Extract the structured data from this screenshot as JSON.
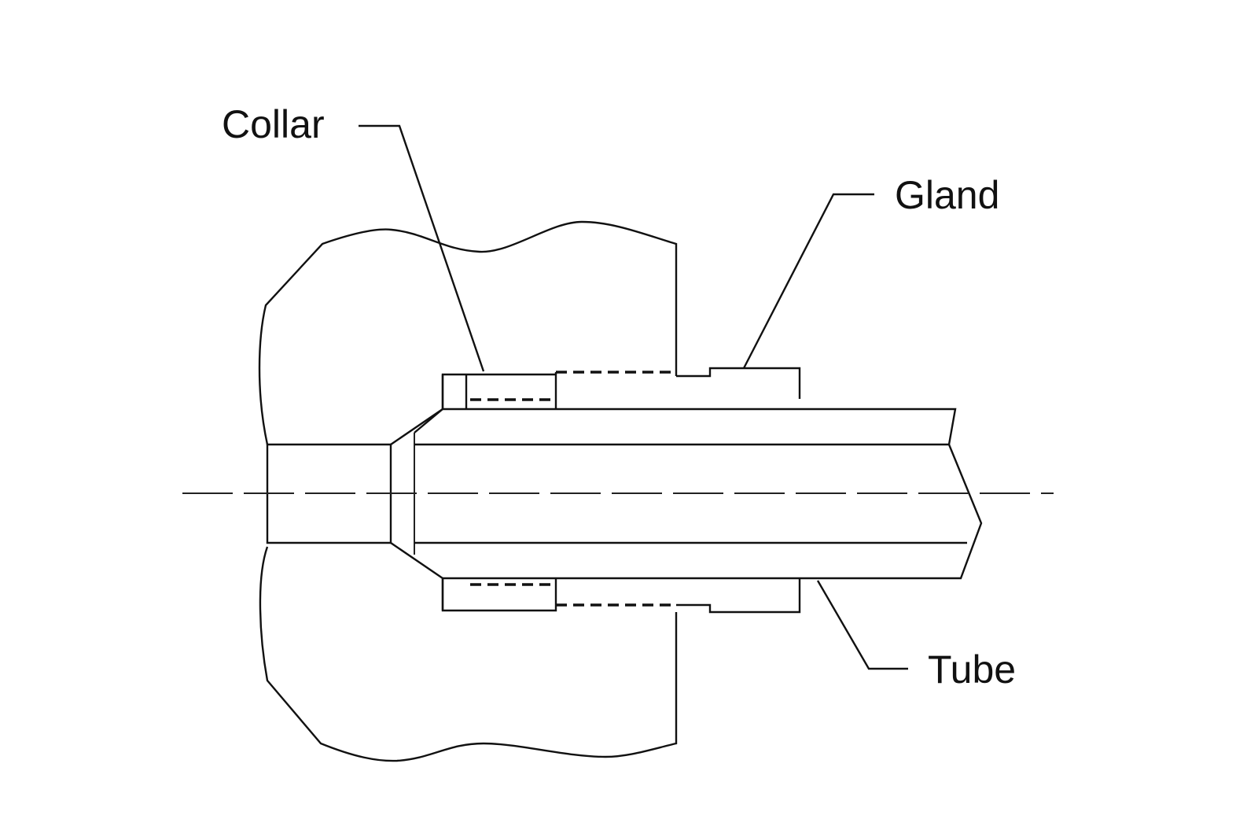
{
  "labels": {
    "collar": "Collar",
    "gland": "Gland",
    "tube": "Tube"
  },
  "colors": {
    "line": "#111111",
    "background": "#ffffff"
  }
}
